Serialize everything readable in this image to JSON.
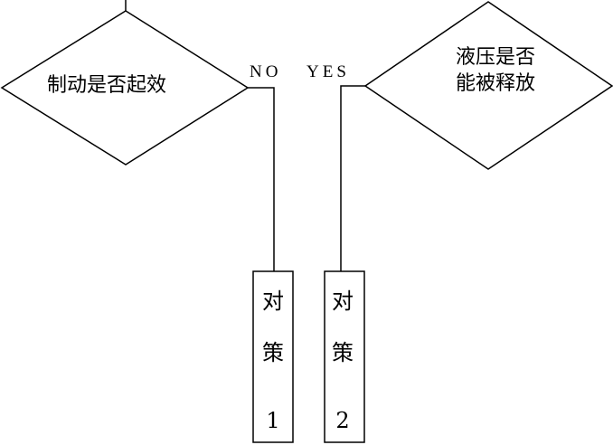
{
  "decisions": [
    {
      "label": "制动是否起效"
    },
    {
      "line1": "液压是否",
      "line2": "能被释放"
    }
  ],
  "branches": {
    "no": "NO",
    "yes": "YES"
  },
  "countermeasures": [
    {
      "char1": "对",
      "char2": "策",
      "number": "1"
    },
    {
      "char1": "对",
      "char2": "策",
      "number": "2"
    }
  ]
}
